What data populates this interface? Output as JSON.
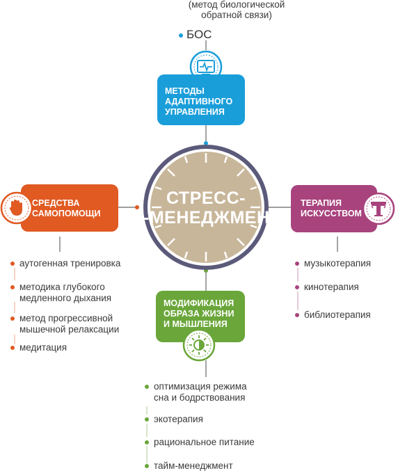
{
  "colors": {
    "blue": "#1a9ed9",
    "orange": "#e05a22",
    "purple": "#a8437d",
    "green": "#6aa63a",
    "circle_fill": "#c8b69a",
    "circle_ring": "#5b5a7a"
  },
  "center": {
    "line1": "СТРЕСС-",
    "line2": "-МЕНЕДЖМЕНТ"
  },
  "top": {
    "caption_line1": "(метод биологической",
    "caption_line2": "обратной связи)",
    "bos": "БОС",
    "box_line1": "МЕТОДЫ",
    "box_line2": "АДАПТИВНОГО",
    "box_line3": "УПРАВЛЕНИЯ",
    "icon": "monitor-heartbeat-icon"
  },
  "left": {
    "box_line1": "СРЕДСТВА",
    "box_line2": "САМОПОМОЩИ",
    "icon": "hand-stop-icon",
    "items": [
      [
        "аутогенная тренировка"
      ],
      [
        "методика глубокого",
        "медленного дыхания"
      ],
      [
        "метод прогрессивной",
        "мышечной релаксации"
      ],
      [
        "медитация"
      ]
    ]
  },
  "right": {
    "box_line1": "ТЕРАПИЯ",
    "box_line2": "ИСКУССТВОМ",
    "icon": "theatre-column-icon",
    "items": [
      "музыкотерапия",
      "кинотерапия",
      "библиотерапия"
    ]
  },
  "bottom": {
    "box_line1": "МОДИФИКАЦИЯ",
    "box_line2": "ОБРАЗА ЖИЗНИ",
    "box_line3": "И МЫШЛЕНИЯ",
    "icon": "sun-moon-icon",
    "items": [
      [
        "оптимизация режима",
        "сна и бодрствования"
      ],
      [
        "экотерапия"
      ],
      [
        "рациональное питание"
      ],
      [
        "тайм-менеджмент"
      ]
    ]
  }
}
